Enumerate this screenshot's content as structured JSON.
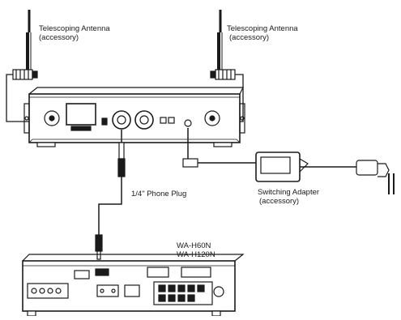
{
  "labels": {
    "antenna_left_line1": "Telescoping Antenna",
    "antenna_left_line2": "(accessory)",
    "antenna_right_line1": "Telescoping Antenna",
    "antenna_right_line2": "(accessory)",
    "phone_plug": "1/4\" Phone Plug",
    "adapter_line1": "Switching Adapter",
    "adapter_line2": "(accessory)",
    "amp_model_1": "WA-H60N",
    "amp_model_2": "WA-H120N"
  }
}
